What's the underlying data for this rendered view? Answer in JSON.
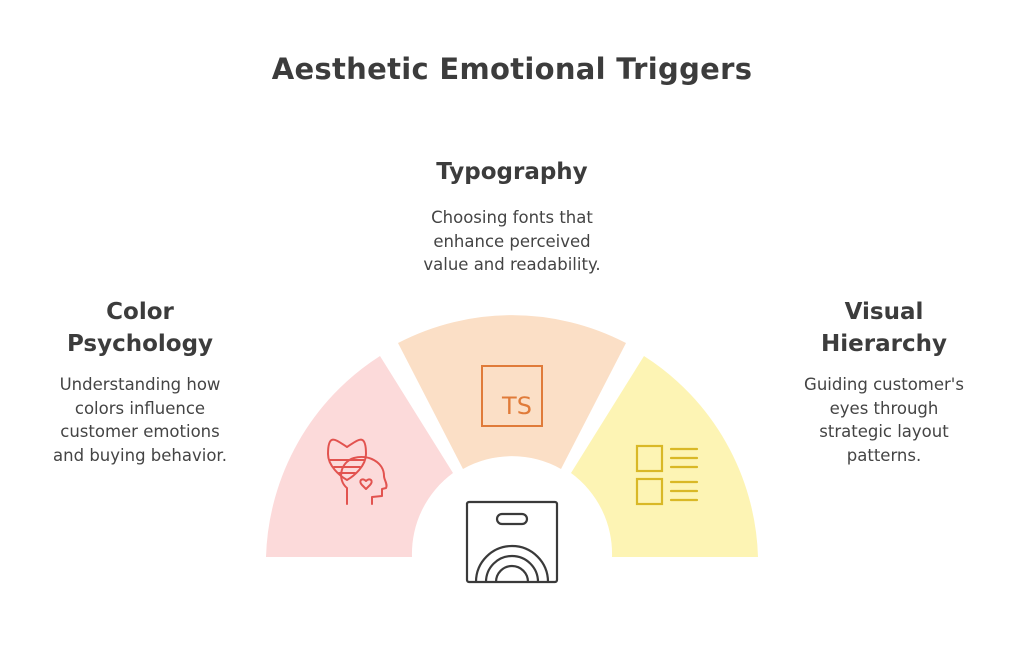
{
  "title": "Aesthetic Emotional Triggers",
  "sections": {
    "typography": {
      "heading": "Typography",
      "description_lines": [
        "Choosing fonts that",
        "enhance perceived",
        "value and readability."
      ],
      "icon": "ts-typography-icon",
      "color": "#fbdfc6"
    },
    "color_psychology": {
      "heading_lines": [
        "Color",
        "Psychology"
      ],
      "description_lines": [
        "Understanding how",
        "colors influence",
        "customer emotions",
        "and buying behavior."
      ],
      "icon": "heart-head-icon",
      "color": "#fcdada"
    },
    "visual_hierarchy": {
      "heading_lines": [
        "Visual",
        "Hierarchy"
      ],
      "description_lines": [
        "Guiding customer's",
        "eyes through",
        "strategic layout",
        "patterns."
      ],
      "icon": "layout-list-icon",
      "color": "#fdf4b4"
    }
  },
  "center_icon": "shopping-bag-icon",
  "icon_glyphs": {
    "ts_label": "TS"
  },
  "colors": {
    "color_psychology_icon": "#e2534f",
    "typography_icon": "#e07b39",
    "visual_hierarchy_icon": "#d9b826",
    "center_icon": "#3a3a3a"
  }
}
